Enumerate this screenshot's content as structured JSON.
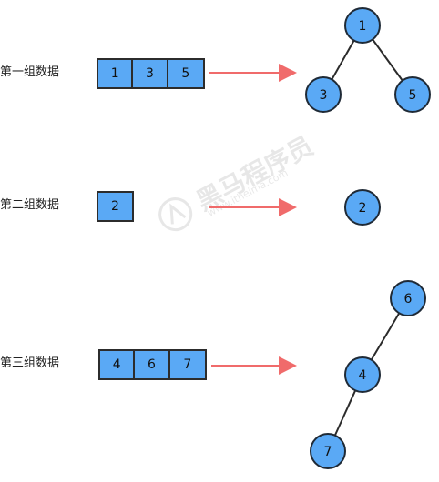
{
  "groups": [
    {
      "label": "第一组数据",
      "array": [
        "1",
        "3",
        "5"
      ]
    },
    {
      "label": "第二组数据",
      "array": [
        "2"
      ]
    },
    {
      "label": "第三组数据",
      "array": [
        "4",
        "6",
        "7"
      ]
    }
  ],
  "trees": {
    "tree1": {
      "root": "1",
      "left": "3",
      "right": "5"
    },
    "tree2": {
      "root": "2"
    },
    "tree3": {
      "top": "6",
      "middle": "4",
      "bottom": "7"
    }
  },
  "watermark": {
    "brand": "黑马程序员",
    "url": "www.itheima.com"
  },
  "colors": {
    "node_fill": "#5aa9f5",
    "node_stroke": "#1f2a36",
    "arrow": "#f06b6b",
    "edge": "#2b2b2b"
  }
}
